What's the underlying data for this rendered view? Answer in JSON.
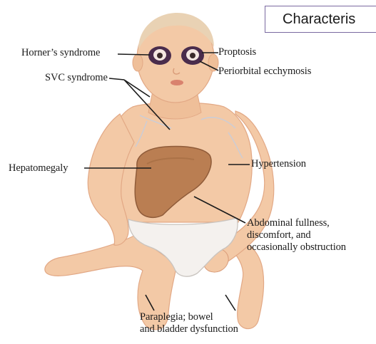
{
  "title": "Characteris",
  "labels": {
    "horners": "Horner’s syndrome",
    "proptosis": "Proptosis",
    "periorbital": "Periorbital ecchymosis",
    "svc": "SVC syndrome",
    "hepatomegaly": "Hepatomegaly",
    "hypertension": "Hypertension",
    "abdominal_1": "Abdominal fullness,",
    "abdominal_2": "discomfort, and",
    "abdominal_3": "occasionally obstruction",
    "paraplegia_1": "Paraplegia; bowel",
    "paraplegia_2": "and bladder dysfunction"
  },
  "colors": {
    "skin": "#f3c9a6",
    "skin_shadow": "#e2a885",
    "liver": "#b77a4e",
    "liver_edge": "#8a5634",
    "diaper": "#f4f1ee",
    "bruise": "#4a2c4c",
    "hair": "#e9d2b4",
    "leader": "#1b1b1b",
    "title_border": "#7a6aa0"
  }
}
